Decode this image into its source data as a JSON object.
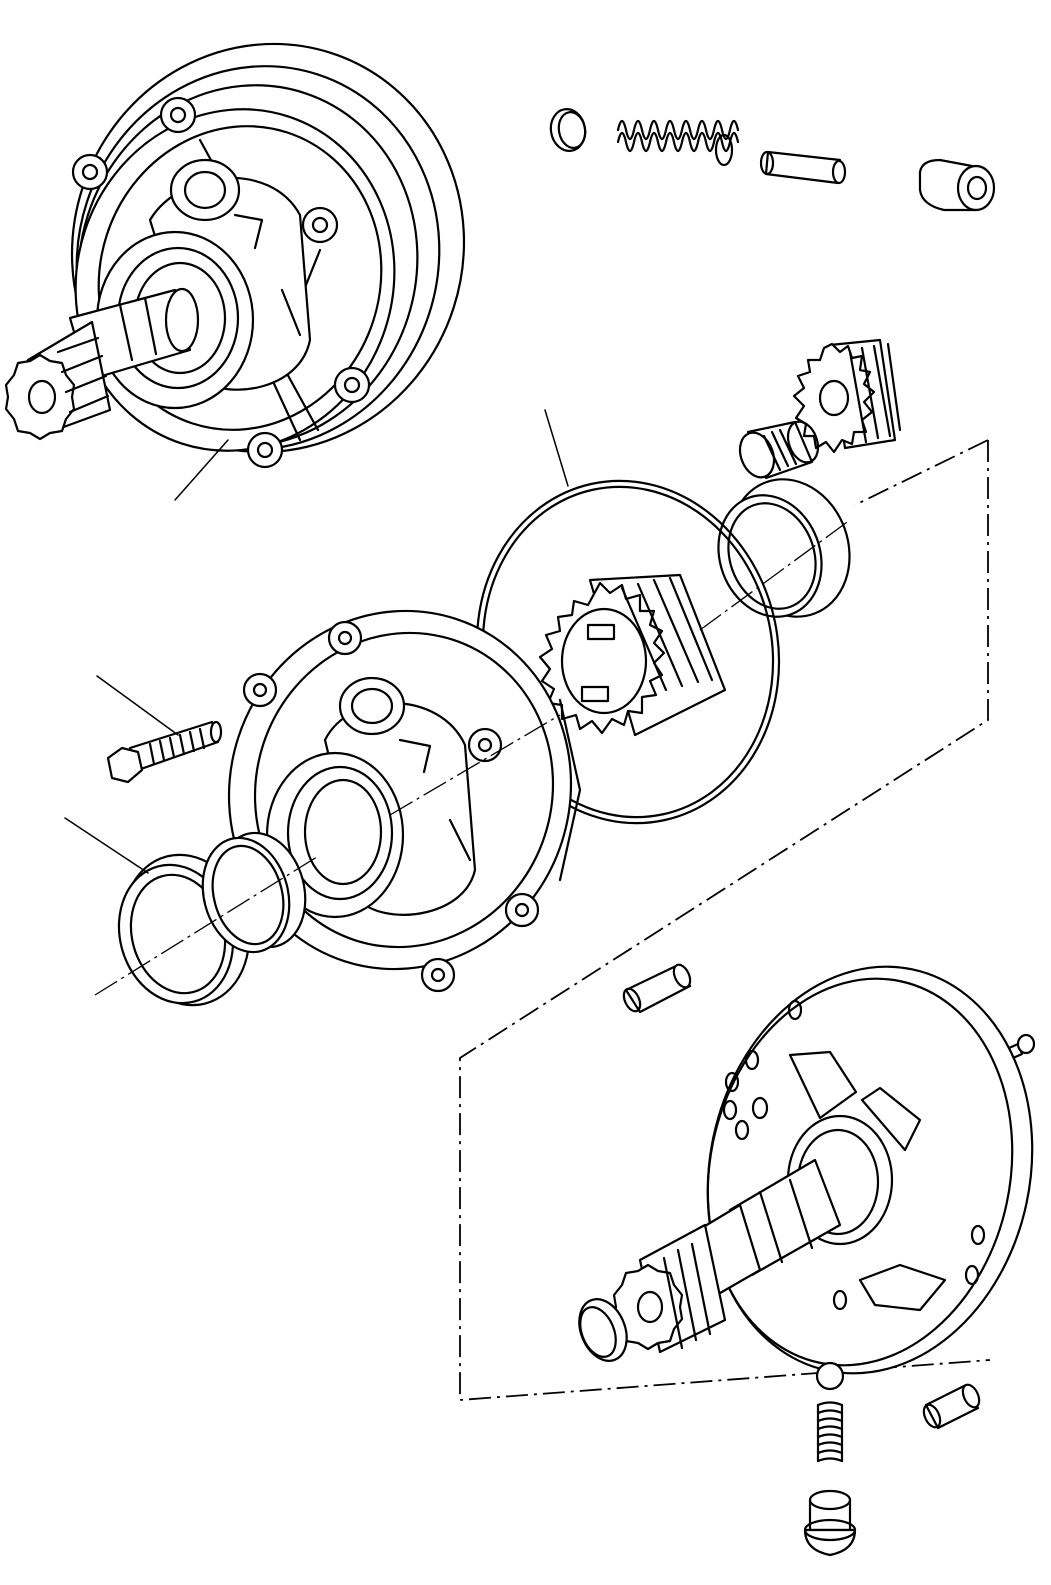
{
  "figure": {
    "title": "",
    "labels": []
  },
  "parts": [
    "pump-assembly",
    "plug",
    "relief-spring",
    "plunger",
    "valve-cap",
    "idler-gear",
    "needle-bearing",
    "bearing-cup",
    "o-ring",
    "drive-gear",
    "pump-body",
    "mounting-bolt",
    "oil-seal",
    "bushing",
    "pump-plate-with-shaft",
    "dowel-pin",
    "small-screw",
    "snap-ring",
    "check-ball",
    "check-spring",
    "plug-screw",
    "dowel-pin-lower"
  ],
  "colors": {
    "line": "#000000",
    "background": "#ffffff"
  }
}
